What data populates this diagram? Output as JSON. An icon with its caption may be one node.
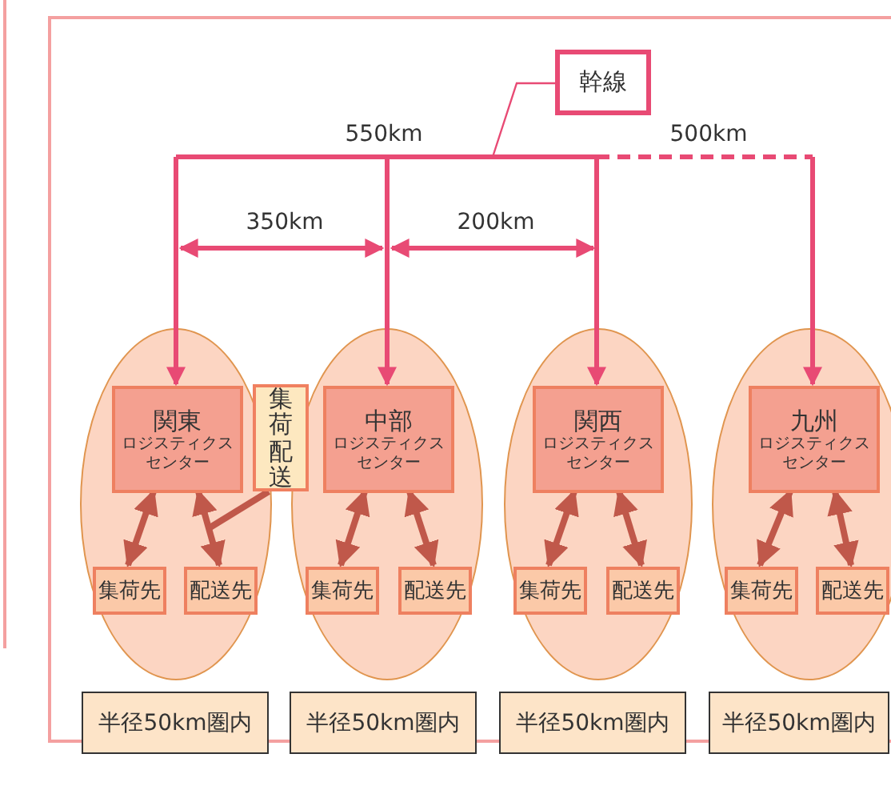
{
  "diagram": {
    "nodes": [
      {
        "text": [
          "幹線"
        ]
      },
      {
        "text": [],
        "shape": "ellipse"
      },
      {
        "text": [
          "関東",
          "ロジスティクスセンター"
        ],
        "in": 1
      },
      {
        "text": [
          "集荷先"
        ],
        "in": 1
      },
      {
        "text": [
          "配送先"
        ],
        "in": 1
      },
      {
        "text": [
          "集荷配送"
        ]
      },
      {
        "text": [],
        "shape": "ellipse"
      },
      {
        "text": [
          "中部",
          "ロジスティクスセンター"
        ],
        "in": 6
      },
      {
        "text": [
          "集荷先"
        ],
        "in": 6
      },
      {
        "text": [
          "配送先"
        ],
        "in": 6
      },
      {
        "text": [],
        "shape": "ellipse"
      },
      {
        "text": [
          "関西",
          "ロジスティクスセンター"
        ],
        "in": 10
      },
      {
        "text": [
          "集荷先"
        ],
        "in": 10
      },
      {
        "text": [
          "配送先"
        ],
        "in": 10
      },
      {
        "text": [],
        "shape": "ellipse"
      },
      {
        "text": [
          "九州",
          "ロジスティクスセンター"
        ],
        "in": 14
      },
      {
        "text": [
          "集荷先"
        ],
        "in": 14
      },
      {
        "text": [
          "配送先"
        ],
        "in": 14
      },
      {
        "text": [
          "半径50km圏内"
        ]
      },
      {
        "text": [
          "半径50km圏内"
        ]
      },
      {
        "text": [
          "半径50km圏内"
        ]
      },
      {
        "text": [
          "半径50km圏内"
        ]
      }
    ],
    "edges": [
      {
        "from": null,
        "to": 2,
        "arrow": "to",
        "color": "#e84a74"
      },
      {
        "from": null,
        "to": 7,
        "arrow": "to",
        "color": "#e84a74"
      },
      {
        "from": null,
        "to": 11,
        "arrow": "to",
        "color": "#e84a74"
      },
      {
        "from": null,
        "to": 15,
        "arrow": "to",
        "style": "dashed",
        "color": "#e84a74"
      },
      {
        "from": 2,
        "to": 3,
        "arrow": "both"
      },
      {
        "from": 2,
        "to": 4,
        "arrow": "both"
      },
      {
        "from": 7,
        "to": 8,
        "arrow": "both"
      },
      {
        "from": 7,
        "to": 9,
        "arrow": "both"
      },
      {
        "from": 11,
        "to": 12,
        "arrow": "both"
      },
      {
        "from": 11,
        "to": 13,
        "arrow": "both"
      },
      {
        "from": 15,
        "to": 16,
        "arrow": "both"
      },
      {
        "from": 15,
        "to": 17,
        "arrow": "both"
      },
      {
        "from": 0,
        "to": null,
        "arrow": "none",
        "color": "#e84a74"
      },
      {
        "from": 5,
        "to": null,
        "arrow": "none"
      }
    ],
    "labels": [
      "550km",
      "500km",
      "350km",
      "200km"
    ]
  }
}
